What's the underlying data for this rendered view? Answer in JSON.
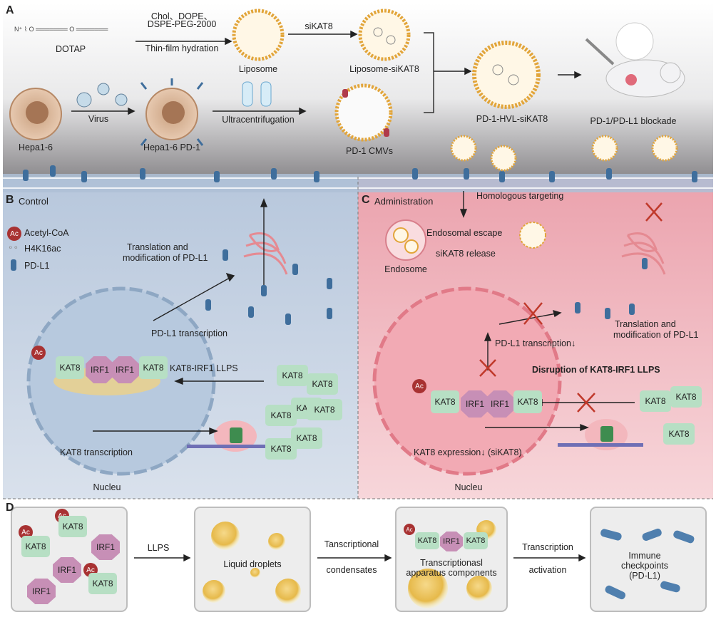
{
  "panels": {
    "a": "A",
    "b": "B",
    "c": "C",
    "d": "D",
    "b_title": "Control",
    "c_title": "Administration"
  },
  "panel_a": {
    "dotap": "DOTAP",
    "reagents_line1": "Chol、DOPE、",
    "reagents_line2": "DSPE-PEG-2000",
    "hydration": "Thin-film hydration",
    "liposome": "Liposome",
    "sikat8": "siKAT8",
    "liposome_sikat8": "Liposome-siKAT8",
    "hepa": "Hepa1-6",
    "virus": "Virus",
    "hepa_pd1": "Hepa1-6 PD-1",
    "ultracentrifugation": "Ultracentrifugation",
    "pd1_cmvs": "PD-1 CMVs",
    "pd1_hvl": "PD-1-HVL-siKAT8",
    "blockade": "PD-1/PD-L1 blockade"
  },
  "panel_b": {
    "legend": [
      "Acetyl-CoA",
      "H4K16ac",
      "PD-L1"
    ],
    "ac_badge": "Ac",
    "translation_line1": "Translation and",
    "translation_line2": "modification of PD-L1",
    "pdl1_transcription": "PD-L1 transcription",
    "kat8": "KAT8",
    "irf1": "IRF1",
    "llps": "KAT8-IRF1 LLPS",
    "kat8_transcription": "KAT8 transcription",
    "nucleus": "Nucleu"
  },
  "panel_c": {
    "homologous": "Homologous targeting",
    "endosomal_escape": "Endosomal escape",
    "release": "siKAT8 release",
    "endosome": "Endosome",
    "pdl1_transcription": "PD-L1 transcription↓",
    "disruption": "Disruption of KAT8-IRF1 LLPS",
    "translation_line1": "Translation and",
    "translation_line2": "modification of PD-L1",
    "kat8_expression": "KAT8 expression↓ (siKAT8)",
    "nucleus": "Nucleu",
    "kat8": "KAT8",
    "irf1": "IRF1",
    "ac_badge": "Ac"
  },
  "panel_d": {
    "kat8": "KAT8",
    "irf1": "IRF1",
    "ac_badge": "Ac",
    "llps": "LLPS",
    "liquid_droplets": "Liquid droplets",
    "tanscriptional": "Tanscriptional",
    "condensates": "condensates",
    "apparatus_line1": "Transcriptionasl",
    "apparatus_line2": "apparatus components",
    "transcription": "Transcription",
    "activation": "activation",
    "immune_line1": "Immune",
    "immune_line2": "checkpoints",
    "immune_line3": "(PD-L1)"
  },
  "colors": {
    "control_bg": "#c9d6e6",
    "admin_bg": "#f2c2c8",
    "kat8": "#b7dfc4",
    "irf1": "#c78fb6",
    "acetyl": "#a83232",
    "pdl1": "#3f6e9c"
  }
}
